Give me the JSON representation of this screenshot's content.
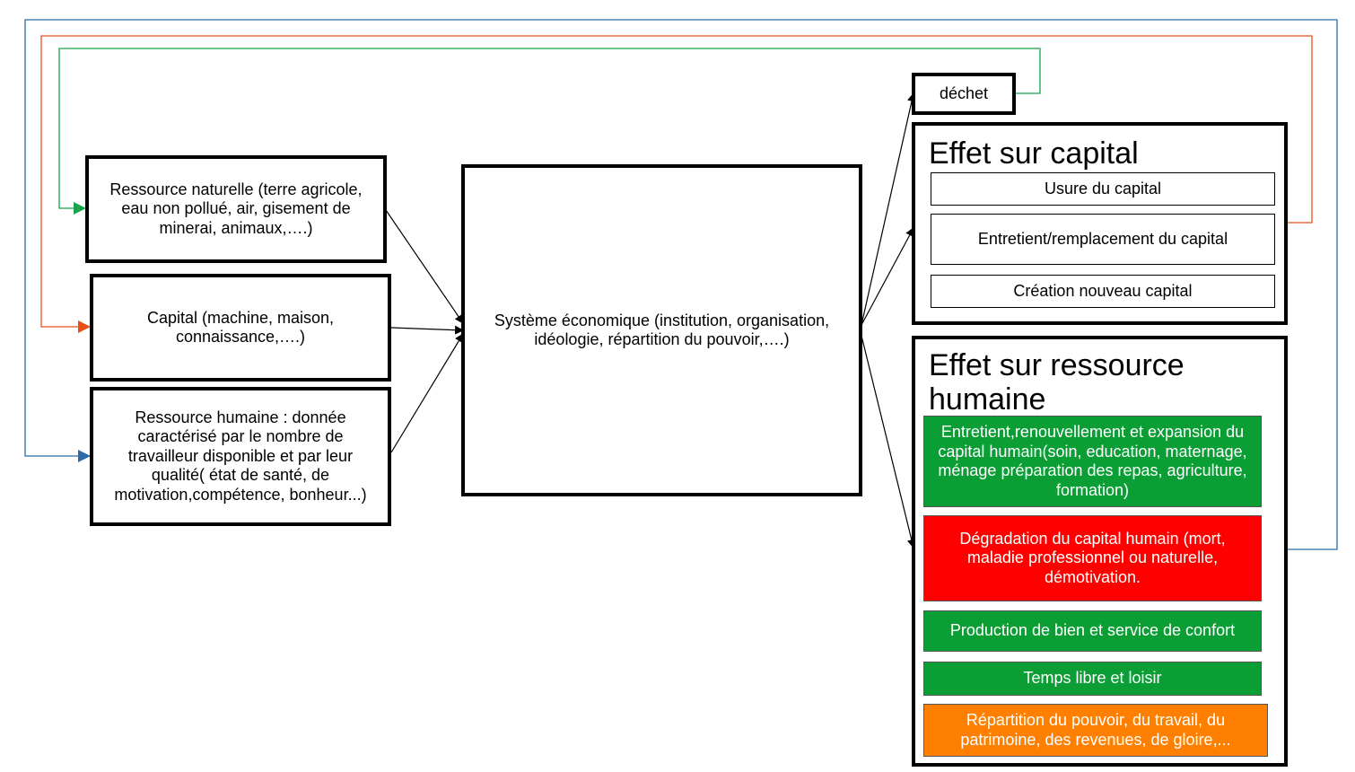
{
  "inputs": {
    "natural": "Ressource naturelle (terre agricole, eau non pollué, air, gisement de minerai, animaux,….)",
    "capital": "Capital (machine, maison, connaissance,….)",
    "human": "Ressource humaine : donnée caractérisé par le nombre de travailleur disponible et par leur qualité( état de santé, de motivation,compétence, bonheur...)"
  },
  "system": "Système économique (institution, organisation, idéologie, répartition du pouvoir,….)",
  "waste": "déchet",
  "capital_effect": {
    "title": "Effet sur capital",
    "items": [
      "Usure du capital",
      "Entretient/remplacement du capital",
      "Création nouveau capital"
    ]
  },
  "human_effect": {
    "title": "Effet sur ressource humaine",
    "items": [
      "Entretient,renouvellement et expansion du capital humain(soin, education, maternage, ménage préparation des repas, agriculture, formation)",
      "Dégradation du capital humain (mort, maladie professionnel ou naturelle, démotivation.",
      "Production de bien et service de confort",
      "Temps libre et loisir",
      "Répartition du pouvoir, du travail, du patrimoine, des revenues, de gloire,..."
    ]
  },
  "colors": {
    "green": "#0a9e35",
    "red": "#ff0000",
    "orange": "#ff8000",
    "loop_blue": "#2e6aa8",
    "loop_orange": "#e8501a",
    "loop_green": "#17a34a"
  }
}
